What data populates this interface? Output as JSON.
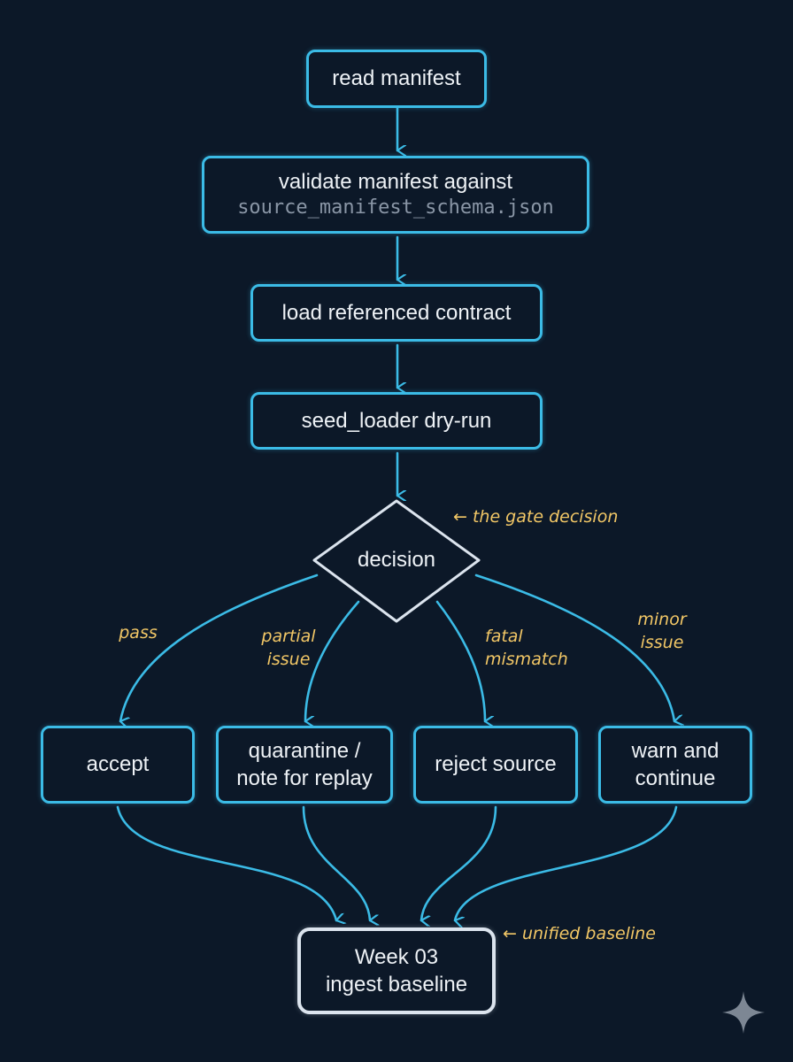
{
  "diagram": {
    "colors": {
      "background": "#0c1828",
      "box_stroke": "#3bbbe6",
      "final_stroke": "#dce4ee",
      "node_text": "#eef2f6",
      "mono_text": "#8a96a6",
      "annotation": "#f2c766",
      "sparkle": "#7d8794"
    },
    "nodes": {
      "read_manifest": {
        "label": "read manifest"
      },
      "validate": {
        "label": "validate manifest against",
        "file": "source_manifest_schema.json"
      },
      "load_contract": {
        "label": "load referenced contract"
      },
      "dry_run": {
        "label": "seed_loader dry-run"
      },
      "decision": {
        "label": "decision"
      },
      "accept": {
        "label": "accept"
      },
      "quarantine": {
        "line1": "quarantine /",
        "line2": "note for replay"
      },
      "reject": {
        "label": "reject source"
      },
      "warn": {
        "line1": "warn and",
        "line2": "continue"
      },
      "baseline": {
        "line1": "Week 03",
        "line2": "ingest baseline"
      }
    },
    "edges": [
      {
        "from": "read_manifest",
        "to": "validate",
        "label": ""
      },
      {
        "from": "validate",
        "to": "load_contract",
        "label": ""
      },
      {
        "from": "load_contract",
        "to": "dry_run",
        "label": ""
      },
      {
        "from": "dry_run",
        "to": "decision",
        "label": ""
      },
      {
        "from": "decision",
        "to": "accept",
        "label": "pass"
      },
      {
        "from": "decision",
        "to": "quarantine",
        "label": "partial issue"
      },
      {
        "from": "decision",
        "to": "reject",
        "label": "fatal mismatch"
      },
      {
        "from": "decision",
        "to": "warn",
        "label": "minor issue"
      },
      {
        "from": "accept",
        "to": "baseline",
        "label": ""
      },
      {
        "from": "quarantine",
        "to": "baseline",
        "label": ""
      },
      {
        "from": "reject",
        "to": "baseline",
        "label": ""
      },
      {
        "from": "warn",
        "to": "baseline",
        "label": ""
      }
    ],
    "edge_labels": {
      "pass": "pass",
      "partial_1": "partial",
      "partial_2": "issue",
      "fatal_1": "fatal",
      "fatal_2": "mismatch",
      "minor_1": "minor",
      "minor_2": "issue"
    },
    "annotations": {
      "gate": "← the gate decision",
      "baseline": "← unified baseline"
    },
    "watermark_icon": "sparkle-icon"
  }
}
